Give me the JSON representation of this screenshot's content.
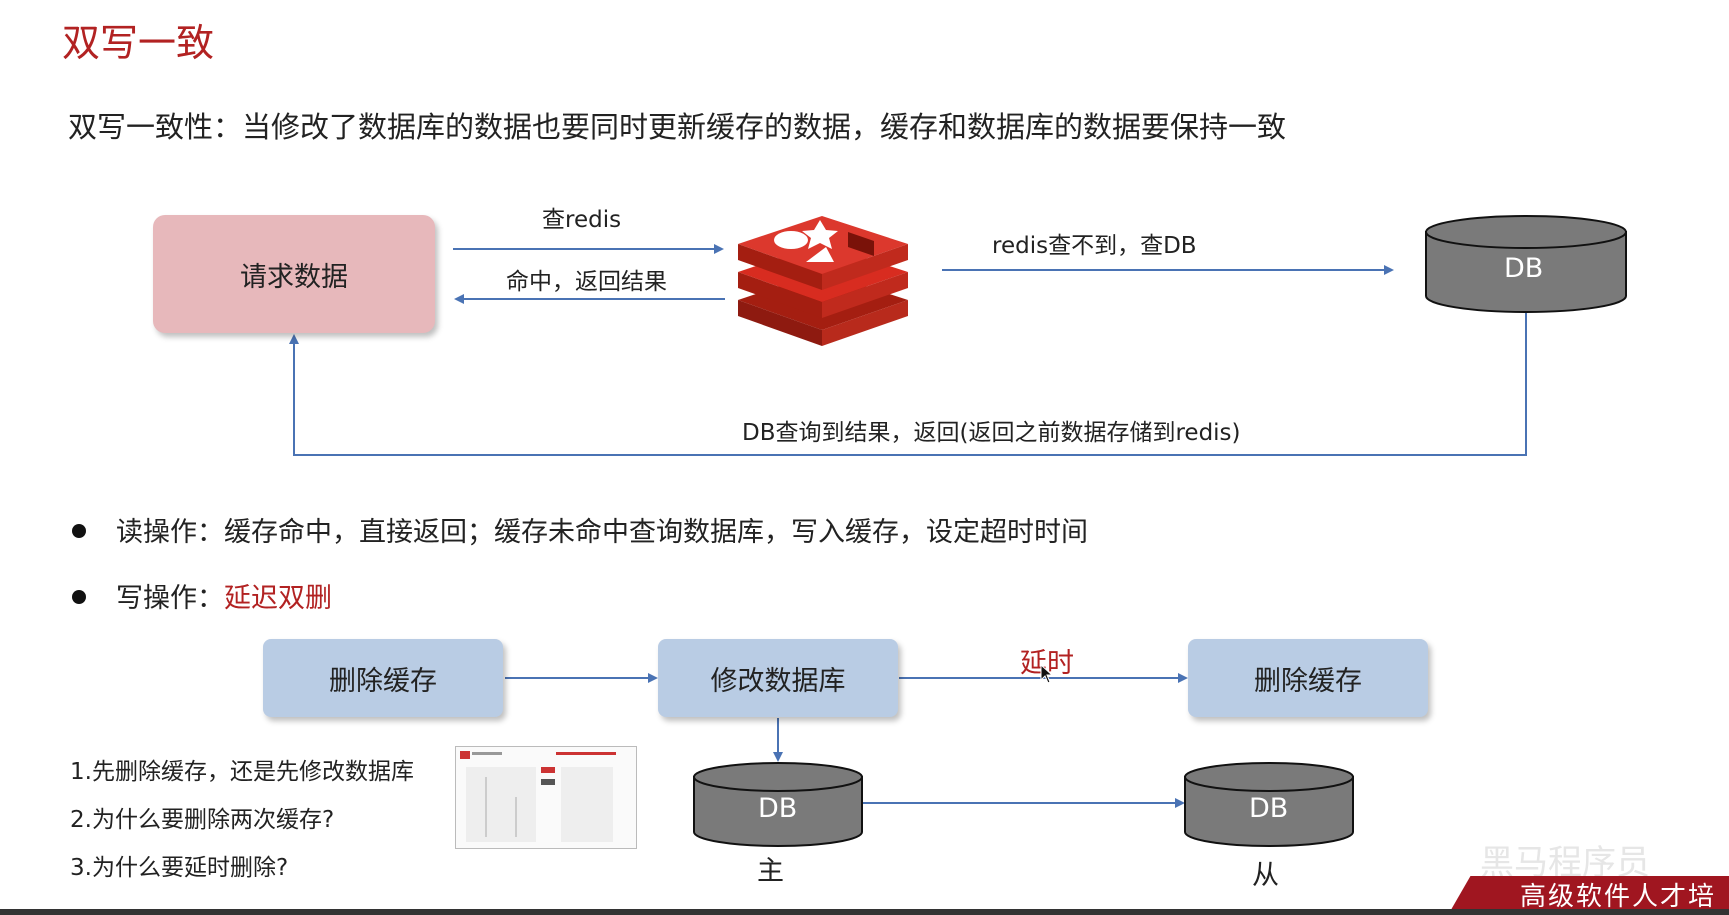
{
  "title": "双写一致",
  "subtitle": "双写一致性：当修改了数据库的数据也要同时更新缓存的数据，缓存和数据库的数据要保持一致",
  "flow1": {
    "request_box": "请求数据",
    "query_redis": "查redis",
    "hit_return": "命中，返回结果",
    "redis_miss": "redis查不到，查DB",
    "db": "DB",
    "db_return": "DB查询到结果，返回(返回之前数据存储到redis)"
  },
  "bullets": {
    "read_label": "读操作：",
    "read_text": "缓存命中，直接返回；缓存未命中查询数据库，写入缓存，设定超时时间",
    "write_label": "写操作：",
    "write_text": "延迟双删"
  },
  "flow2": {
    "delete_cache_1": "删除缓存",
    "modify_db": "修改数据库",
    "delay": "延时",
    "delete_cache_2": "删除缓存",
    "db_master": "DB",
    "db_slave": "DB",
    "master_label": "主",
    "slave_label": "从"
  },
  "questions": [
    "1.先删除缓存，还是先修改数据库",
    "2.为什么要删除两次缓存?",
    "3.为什么要延时删除?"
  ],
  "banner": "高级软件人才培",
  "colors": {
    "title": "#b22222",
    "request_box": "#e7b8bb",
    "blue_box": "#b9cce4",
    "arrow": "#4a73b4",
    "db_fill": "#7a7a7a",
    "banner": "#a01620"
  }
}
